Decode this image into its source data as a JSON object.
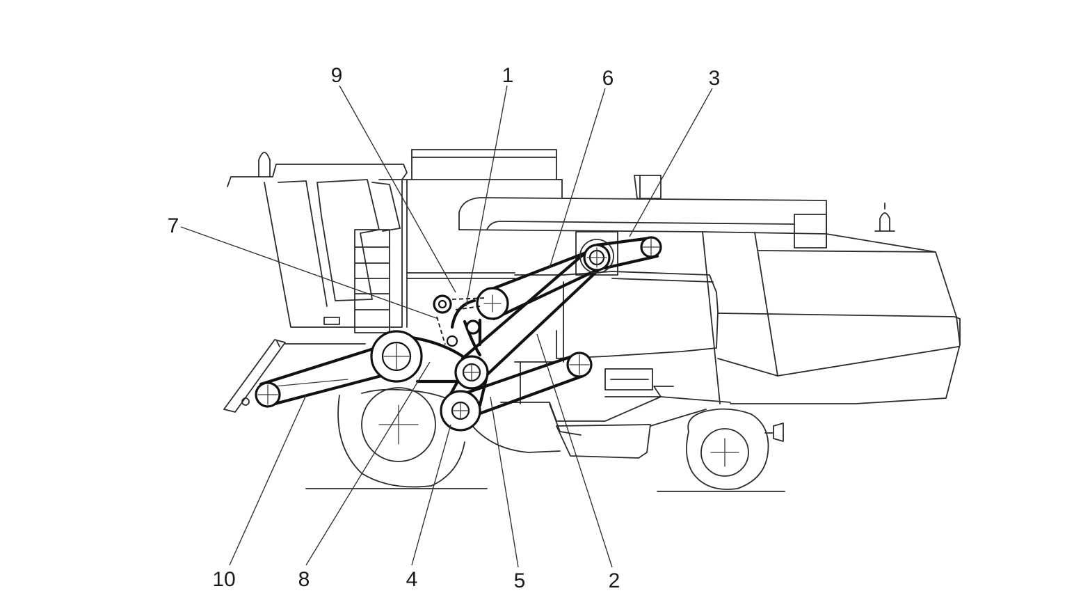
{
  "diagram": {
    "callouts": [
      {
        "id": "c1",
        "text": "1"
      },
      {
        "id": "c2",
        "text": "2"
      },
      {
        "id": "c3",
        "text": "3"
      },
      {
        "id": "c4",
        "text": "4"
      },
      {
        "id": "c5",
        "text": "5"
      },
      {
        "id": "c6",
        "text": "6"
      },
      {
        "id": "c7",
        "text": "7"
      },
      {
        "id": "c8",
        "text": "8"
      },
      {
        "id": "c9",
        "text": "9"
      },
      {
        "id": "c10",
        "text": "10"
      }
    ]
  },
  "colors": {
    "line": "#2b2b2b",
    "belt": "#111111",
    "background": "#ffffff"
  }
}
